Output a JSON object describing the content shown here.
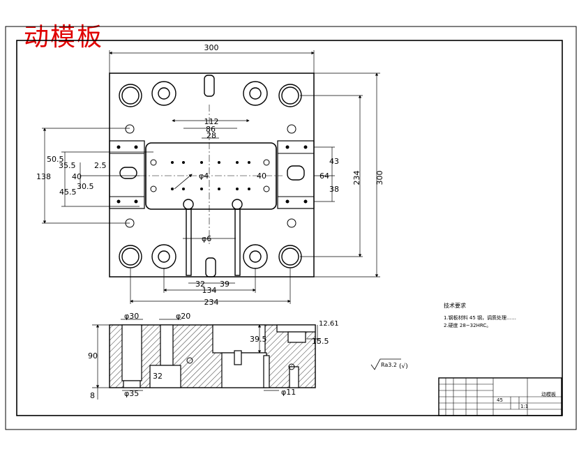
{
  "drawing": {
    "title": "动模板",
    "title_color": "#e00000",
    "line_color": "#000000"
  },
  "top_view": {
    "dim_overall_width": "300",
    "dim_overall_height": "300",
    "dim_234_right": "234",
    "dim_234_bottom": "234",
    "dim_112": "112",
    "dim_86": "86",
    "dim_28": "28",
    "dim_50_5": "50.5",
    "dim_35_5": "35.5",
    "dim_2_5": "2.5",
    "dim_40_left": "40",
    "dim_138": "138",
    "dim_30_5": "30.5",
    "dim_45_5": "45.5",
    "dim_phi4": "φ4",
    "dim_40_center": "40",
    "dim_43": "43",
    "dim_64": "64",
    "dim_38": "38",
    "dim_phi6": "φ6",
    "dim_32": "32",
    "dim_39": "39",
    "dim_134": "134"
  },
  "section_view": {
    "dim_phi30": "φ30",
    "dim_phi20": "φ20",
    "dim_90": "90",
    "dim_32": "32",
    "dim_8": "8",
    "dim_phi35": "φ35",
    "dim_39_5": "39.5",
    "dim_12_61": "12.61",
    "dim_15_5": "15.5",
    "dim_phi11": "φ11"
  },
  "notes": {
    "heading": "技术要求",
    "line1": "1.钢板材料 45 钢，调质处理……",
    "line2": "2.硬度 28~32HRC。",
    "roughness": "Ra3.2",
    "roughness_suffix": "(√)"
  },
  "title_block": {
    "part_name": "动模板",
    "material": "45",
    "scale": "1:1"
  }
}
